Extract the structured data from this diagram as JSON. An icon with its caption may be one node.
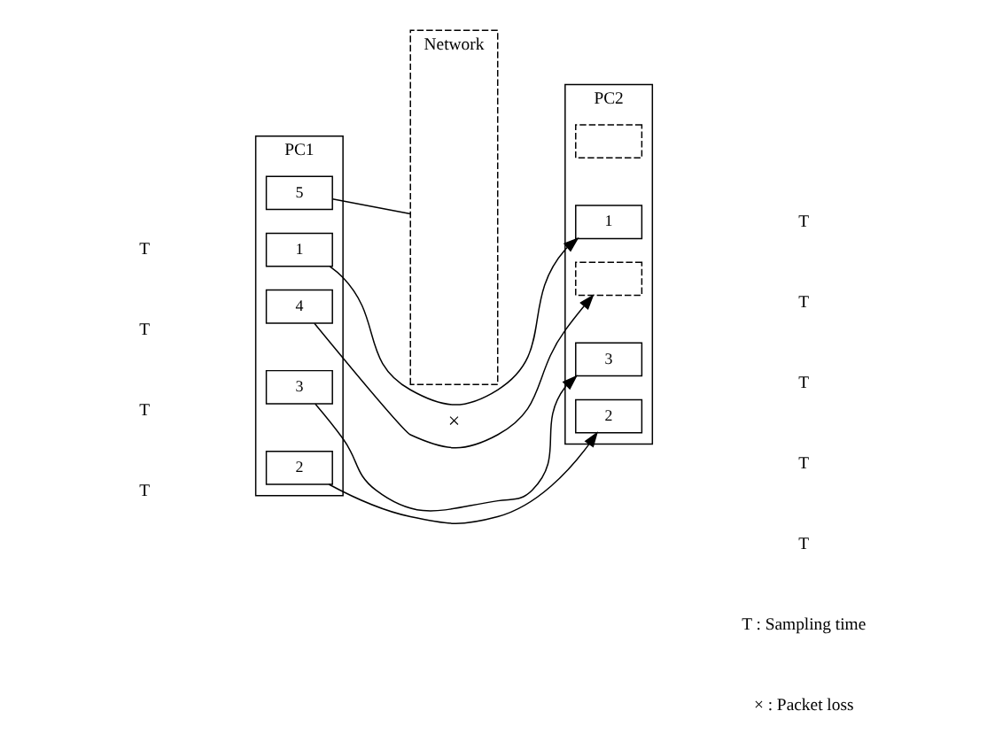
{
  "diagram": {
    "nodes": [
      {
        "text": [
          "PC1"
        ]
      },
      {
        "text": [
          "Network"
        ]
      },
      {
        "text": [
          "PC2"
        ]
      },
      {
        "text": [
          "1"
        ],
        "in": 0
      },
      {
        "text": [
          "2"
        ],
        "in": 0
      },
      {
        "text": [
          "3"
        ],
        "in": 0
      },
      {
        "text": [
          "4"
        ],
        "in": 0
      },
      {
        "text": [
          "5"
        ],
        "in": 0
      },
      {
        "text": [
          "1"
        ],
        "in": 2
      },
      {
        "text": [],
        "shape": "box",
        "in": 2
      },
      {
        "text": [
          "3"
        ],
        "in": 2
      },
      {
        "text": [],
        "shape": "box",
        "in": 2
      },
      {
        "text": [
          "2"
        ],
        "in": 2
      }
    ],
    "edges": [
      {
        "from": 3,
        "to": 8,
        "arrow": "to"
      },
      {
        "from": 4,
        "to": 12,
        "arrow": "to"
      },
      {
        "from": 5,
        "to": 10,
        "arrow": "to"
      },
      {
        "from": 6,
        "to": 11,
        "arrow": "to",
        "label": "×"
      },
      {
        "from": 7,
        "to": 1,
        "arrow": "none"
      }
    ],
    "labels": [
      "T",
      "T",
      "T",
      "T",
      "T",
      "T",
      "T",
      "T",
      "T",
      "T : Sampling time",
      "× : Packet loss"
    ]
  }
}
